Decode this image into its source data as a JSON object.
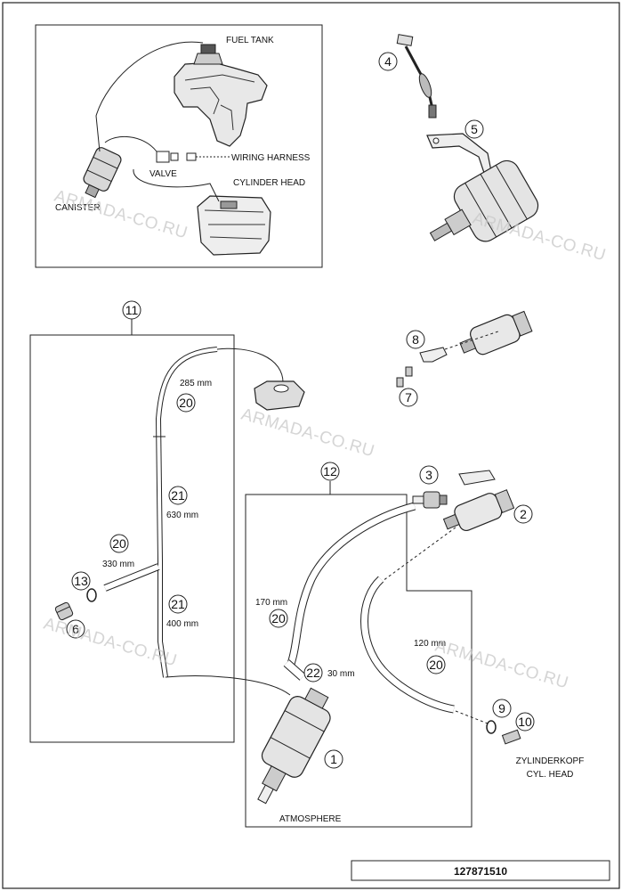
{
  "overview": {
    "fuel_tank": "FUEL TANK",
    "wiring_harness": "WIRING HARNESS",
    "valve": "VALVE",
    "cylinder_head": "CYLINDER HEAD",
    "canister": "CANISTER"
  },
  "callouts": {
    "n1": "1",
    "n2": "2",
    "n3": "3",
    "n4": "4",
    "n5": "5",
    "n6": "6",
    "n7": "7",
    "n8": "8",
    "n9": "9",
    "n10": "10",
    "n11": "11",
    "n12": "12",
    "n13": "13",
    "n20a": "20",
    "n20b": "20",
    "n20c": "20",
    "n20d": "20",
    "n21a": "21",
    "n21b": "21",
    "n22": "22"
  },
  "hoses": {
    "len_285": "285 mm",
    "len_630": "630 mm",
    "len_330": "330 mm",
    "len_400": "400 mm",
    "len_170": "170 mm",
    "len_30": "30 mm",
    "len_120": "120 mm"
  },
  "labels": {
    "zylinderkopf": "ZYLINDERKOPF",
    "cyl_head": "CYL. HEAD",
    "atmosphere": "ATMOSPHERE"
  },
  "watermark": "ARMADA-CO.RU",
  "part_number": "127871510"
}
